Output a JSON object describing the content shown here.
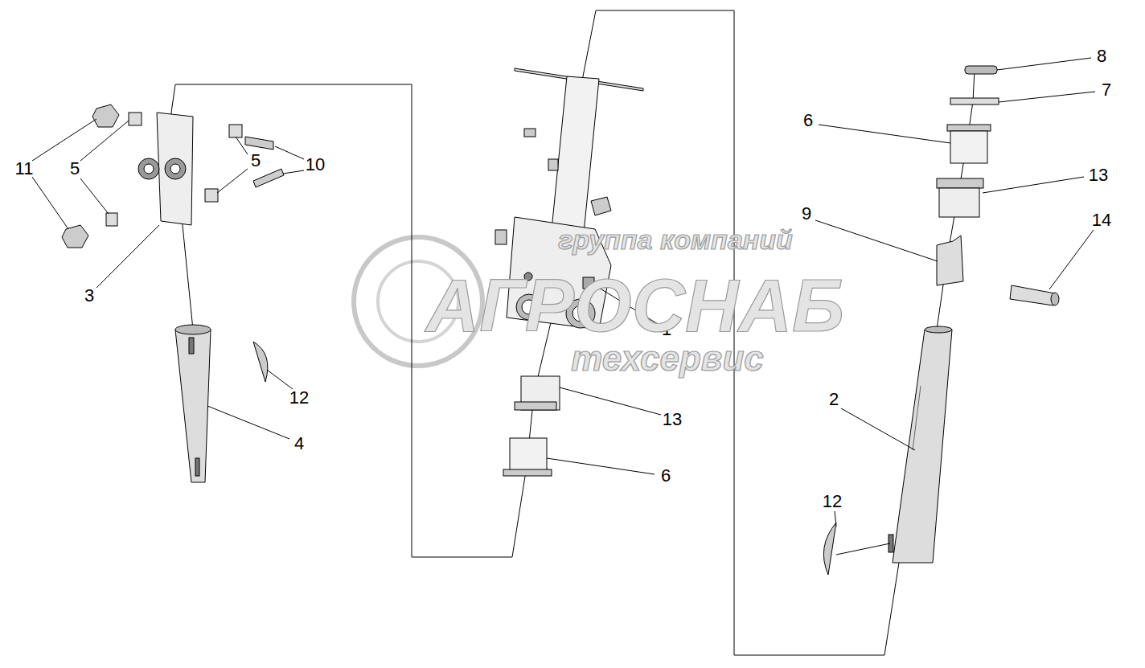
{
  "diagram": {
    "labels": [
      "8",
      "7",
      "6",
      "13",
      "11",
      "5",
      "5",
      "10",
      "9",
      "14",
      "3",
      "1",
      "12",
      "2",
      "13",
      "4",
      "6",
      "12",
      "группа компаний",
      "АГРОСНАБ",
      "техсервис"
    ]
  }
}
